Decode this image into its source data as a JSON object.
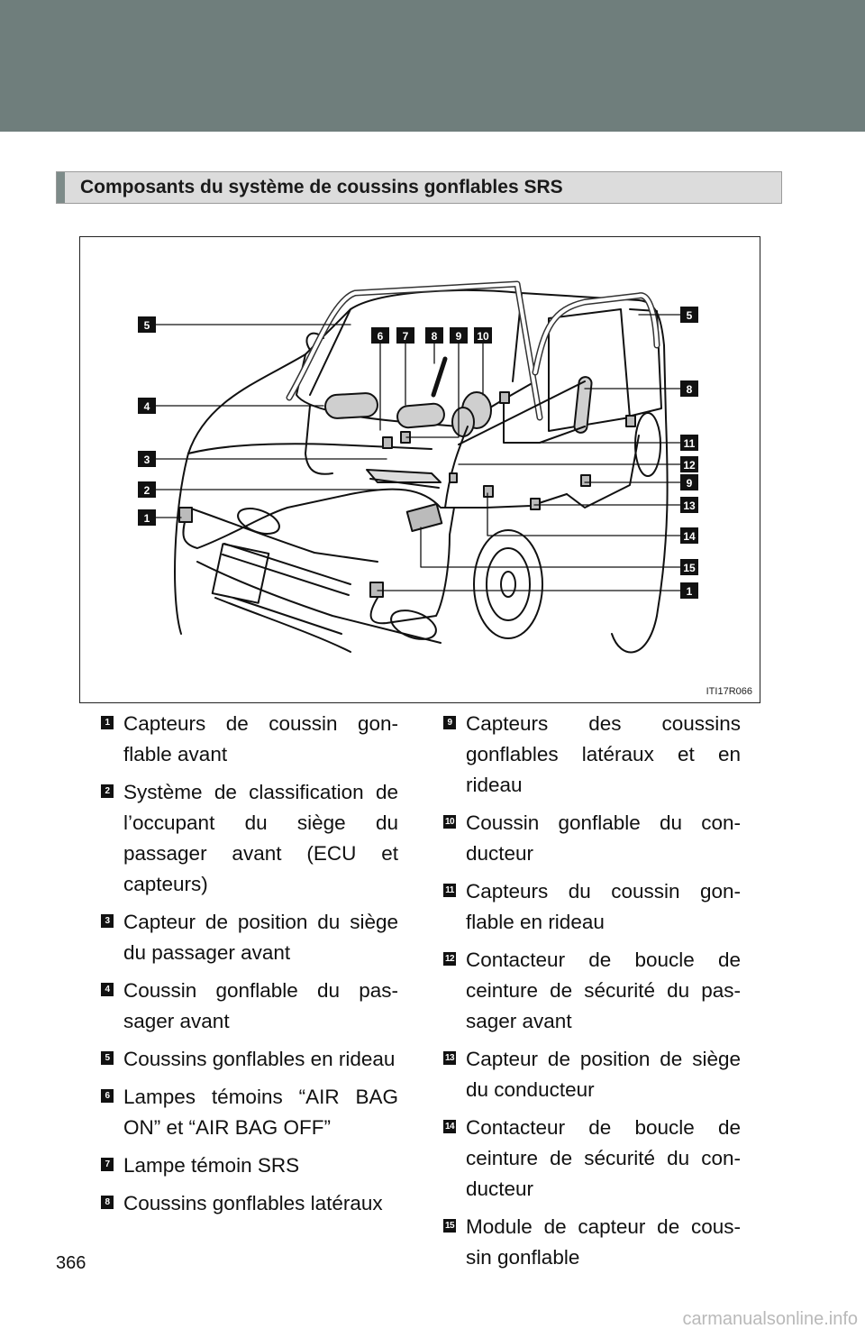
{
  "header": {
    "band_color": "#6f7e7c"
  },
  "section": {
    "title": "Composants du système de coussins gonflables SRS"
  },
  "figure": {
    "code": "ITI17R066",
    "callouts_left": [
      "5",
      "4",
      "3",
      "2",
      "1"
    ],
    "callouts_top": [
      "6",
      "7",
      "8",
      "9",
      "10"
    ],
    "callouts_right": [
      "5",
      "8",
      "11",
      "12",
      "9",
      "13",
      "14",
      "15",
      "1"
    ]
  },
  "items": [
    {
      "num": "1",
      "text": "Capteurs de coussin gon-flable avant"
    },
    {
      "num": "2",
      "text": "Système de classification de l’occupant du siège du passager avant (ECU et capteurs)"
    },
    {
      "num": "3",
      "text": "Capteur de position du siège du passager avant"
    },
    {
      "num": "4",
      "text": "Coussin gonflable du pas-sager avant"
    },
    {
      "num": "5",
      "text": "Coussins gonflables en rideau"
    },
    {
      "num": "6",
      "text": "Lampes témoins “AIR BAG ON” et “AIR BAG OFF”"
    },
    {
      "num": "7",
      "text": "Lampe témoin SRS"
    },
    {
      "num": "8",
      "text": "Coussins gonflables latéraux"
    },
    {
      "num": "9",
      "text": "Capteurs des coussins gonflables latéraux et en rideau"
    },
    {
      "num": "10",
      "text": "Coussin gonflable du con-ducteur"
    },
    {
      "num": "11",
      "text": "Capteurs du coussin gon-flable en rideau"
    },
    {
      "num": "12",
      "text": "Contacteur de boucle de ceinture de sécurité du pas-sager avant"
    },
    {
      "num": "13",
      "text": "Capteur de position de siège du conducteur"
    },
    {
      "num": "14",
      "text": "Contacteur de boucle de ceinture de sécurité du con-ducteur"
    },
    {
      "num": "15",
      "text": "Module de capteur de cous-sin gonflable"
    }
  ],
  "page": {
    "number": "366"
  },
  "watermark": "carmanualsonline.info"
}
